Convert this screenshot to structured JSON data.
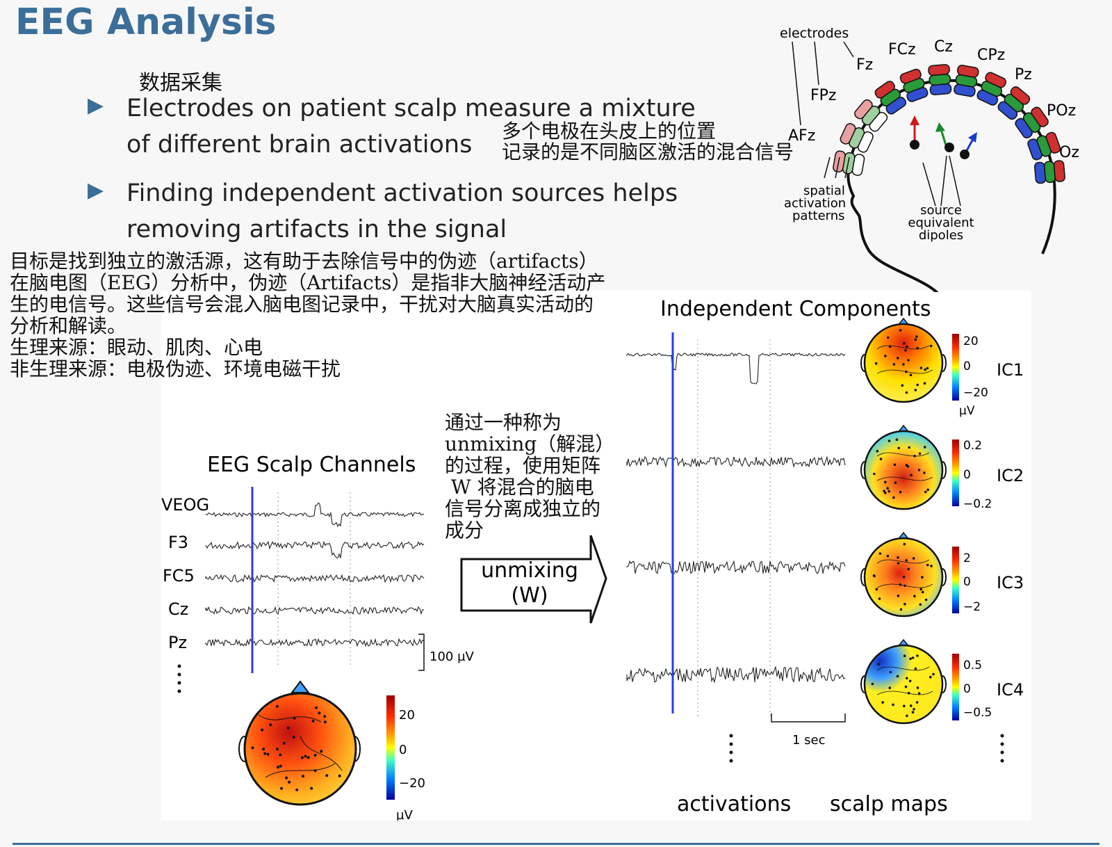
{
  "title": "EEG Analysis",
  "annotation_cn_top": "数据采集",
  "bullets": [
    {
      "line1": "Electrodes on patient scalp measure a mixture",
      "line2": "of different brain activations"
    },
    {
      "line1": "Finding independent activation sources helps",
      "line2": "removing artifacts in the signal"
    }
  ],
  "annotation_cn_electrodes": [
    "多个电极在头皮上的位置",
    "记录的是不同脑区激活的混合信号"
  ],
  "notes_cn": [
    "目标是找到独立的激活源，这有助于去除信号中的伪迹（artifacts）",
    "在脑电图（EEG）分析中，伪迹（Artifacts）是指非大脑神经活动产",
    "生的电信号。这些信号会混入脑电图记录中，干扰对大脑真实活动的",
    "分析和解读。",
    "生理来源：眼动、肌肉、心电",
    "非生理来源：电极伪迹、环境电磁干扰"
  ],
  "unmixing_cn": [
    "通过一种称为",
    "unmixing（解混）",
    "的过程，使用矩阵",
    " W 将混合的脑电",
    "信号分离成独立的",
    "成分"
  ],
  "head_diagram": {
    "electrodes_label": "electrodes",
    "electrode_names": [
      "Fz",
      "FCz",
      "Cz",
      "CPz",
      "Pz",
      "FPz",
      "AFz",
      "POz",
      "Oz"
    ],
    "spatial_label": [
      "spatial",
      "activation",
      "patterns"
    ],
    "source_label": [
      "source",
      "equivalent",
      "dipoles"
    ]
  },
  "figure": {
    "ic_title": "Independent Components",
    "eeg_title": "EEG Scalp Channels",
    "channels": [
      "VEOG",
      "F3",
      "FC5",
      "Cz",
      "Pz"
    ],
    "scale_label": "100 µV",
    "unmix_label1": "unmixing",
    "unmix_label2": "(W)",
    "scalp_cbar": {
      "top": "20",
      "mid": "0",
      "bot": "−20",
      "unit": "µV"
    },
    "components": [
      {
        "name": "IC1",
        "top": "20",
        "mid": "0",
        "bot": "−20",
        "unit": "µV"
      },
      {
        "name": "IC2",
        "top": "0.2",
        "mid": "0",
        "bot": "−0.2"
      },
      {
        "name": "IC3",
        "top": "2",
        "mid": "0",
        "bot": "−2"
      },
      {
        "name": "IC4",
        "top": "0.5",
        "mid": "0",
        "bot": "−0.5"
      }
    ],
    "time_label": "1 sec",
    "activations_label": "activations",
    "scalp_maps_label": "scalp maps"
  },
  "colors": {
    "accent": "#3b6e98"
  }
}
